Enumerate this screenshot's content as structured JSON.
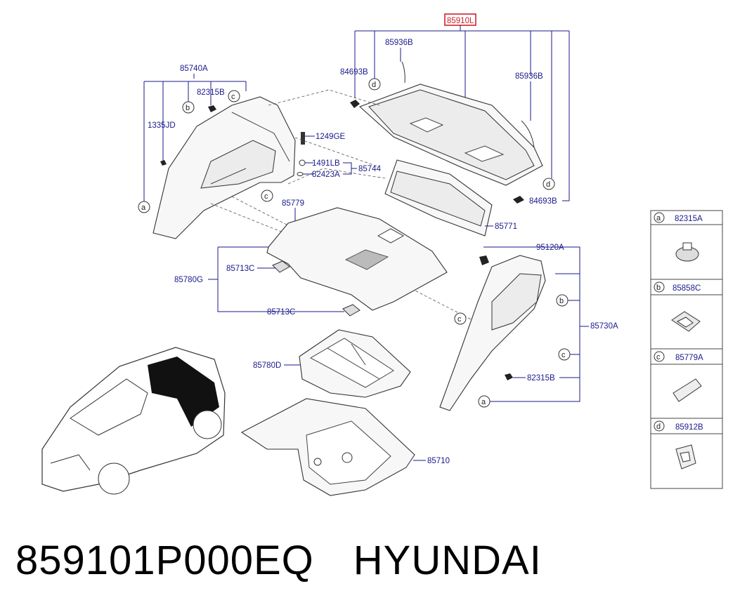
{
  "highlighted_part": "85910L",
  "labels": {
    "p85936B_top": "85936B",
    "p84693B_left": "84693B",
    "p85936B_right": "85936B",
    "p84693B_right": "84693B",
    "p85740A": "85740A",
    "p82315B_left": "82315B",
    "p1335JD": "1335JD",
    "p1249GE": "1249GE",
    "p1491LB": "1491LB",
    "p82423A": "82423A",
    "p85744": "85744",
    "p85779": "85779",
    "p85771": "85771",
    "p95120A": "95120A",
    "p85713C_top": "85713C",
    "p85780G": "85780G",
    "p85713C_bottom": "85713C",
    "p85730A": "85730A",
    "p85780D": "85780D",
    "p82315B_right": "82315B",
    "p85710": "85710"
  },
  "callouts": {
    "a": "a",
    "b": "b",
    "c": "c",
    "d": "d"
  },
  "legend": [
    {
      "key": "a",
      "part": "82315A",
      "icon": "clip-icon"
    },
    {
      "key": "b",
      "part": "85858C",
      "icon": "fastener-icon"
    },
    {
      "key": "c",
      "part": "85779A",
      "icon": "cover-icon"
    },
    {
      "key": "d",
      "part": "85912B",
      "icon": "bracket-icon"
    }
  ],
  "footer": {
    "part_number": "859101P000EQ",
    "brand": "HYUNDAI"
  },
  "colors": {
    "label_blue": "#1a1a8c",
    "highlight_red": "#d0202a"
  }
}
